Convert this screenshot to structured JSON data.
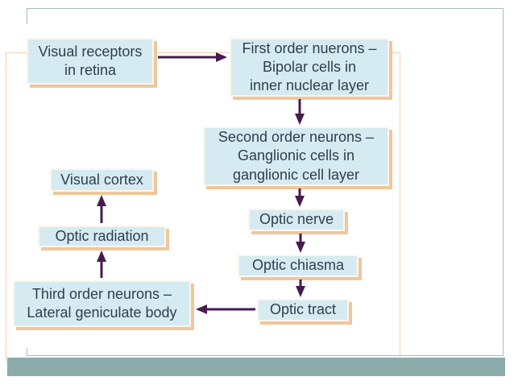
{
  "slide": {
    "background_color": "#ffffff",
    "accent_bar_color": "#8bacab",
    "placeholder_border_color": "#a3bcbf",
    "diagram_frame_border_color": "#f3cdb0"
  },
  "diagram": {
    "type": "flowchart",
    "subject": "Visual pathway",
    "box_fill_color": "#d6ebf1",
    "box_shadow_color": "#efc79c",
    "text_color": "#2f3e4f",
    "arrow_color": "#471a4f",
    "nodes": [
      {
        "id": "visual-receptors",
        "label": "Visual receptors\nin retina"
      },
      {
        "id": "first-order-neurons",
        "label": "First order nuerons –\nBipolar cells in\ninner nuclear layer"
      },
      {
        "id": "second-order-neurons",
        "label": "Second order neurons –\nGanglionic cells in\nganglionic cell layer"
      },
      {
        "id": "optic-nerve",
        "label": "Optic nerve"
      },
      {
        "id": "optic-chiasma",
        "label": "Optic chiasma"
      },
      {
        "id": "optic-tract",
        "label": "Optic tract"
      },
      {
        "id": "third-order-neurons",
        "label": "Third order neurons –\nLateral geniculate body"
      },
      {
        "id": "optic-radiation",
        "label": "Optic radiation"
      },
      {
        "id": "visual-cortex",
        "label": "Visual cortex"
      }
    ],
    "edges": [
      {
        "from": "visual-receptors",
        "to": "first-order-neurons",
        "direction": "right"
      },
      {
        "from": "first-order-neurons",
        "to": "second-order-neurons",
        "direction": "down"
      },
      {
        "from": "second-order-neurons",
        "to": "optic-nerve",
        "direction": "down"
      },
      {
        "from": "optic-nerve",
        "to": "optic-chiasma",
        "direction": "down"
      },
      {
        "from": "optic-chiasma",
        "to": "optic-tract",
        "direction": "down"
      },
      {
        "from": "optic-tract",
        "to": "third-order-neurons",
        "direction": "left"
      },
      {
        "from": "third-order-neurons",
        "to": "optic-radiation",
        "direction": "up"
      },
      {
        "from": "optic-radiation",
        "to": "visual-cortex",
        "direction": "up"
      }
    ]
  }
}
